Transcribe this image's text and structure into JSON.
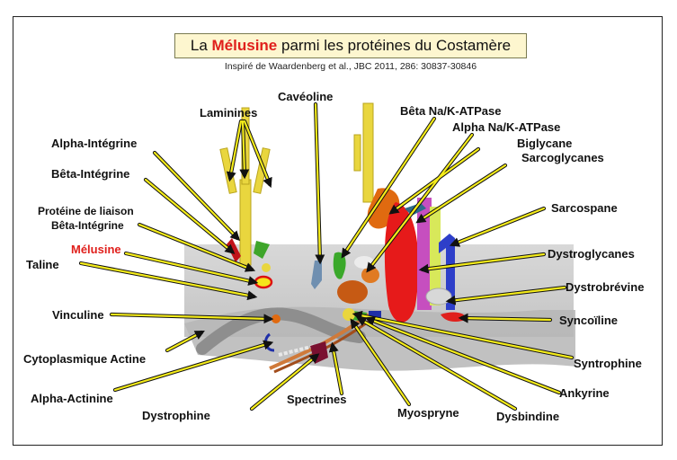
{
  "title": {
    "prefix": "La ",
    "highlight": "Mélusine",
    "suffix": " parmi les protéines du Costamère"
  },
  "subtitle": "Inspiré de  Waardenberg  et al., JBC 2011, 286: 30837-30846",
  "labels": {
    "laminines": "Laminines",
    "caveoline": "Cavéoline",
    "beta_na_k": "Bêta Na/K-ATPase",
    "alpha_na_k": "Alpha Na/K-ATPase",
    "biglycane": "Biglycane",
    "sarcoglycanes": "Sarcoglycanes",
    "alpha_integrine": "Alpha-Intégrine",
    "beta_integrine": "Bêta-Intégrine",
    "proteine_liaison_1": "Protéine de liaison",
    "proteine_liaison_2": "Bêta-Intégrine",
    "melusine": "Mélusine",
    "taline": "Taline",
    "sarcospane": "Sarcospane",
    "dystroglycanes": "Dystroglycanes",
    "dystrobrevine": "Dystrobrévine",
    "vinculine": "Vinculine",
    "syncoiline": "Syncoïline",
    "cytoplasmique_actine": "Cytoplasmique  Actine",
    "syntrophine": "Syntrophine",
    "ankyrine": "Ankyrine",
    "alpha_actinine": "Alpha-Actinine",
    "dystrophine": "Dystrophine",
    "spectrines": "Spectrines",
    "myospryne": "Myospryne",
    "dysbindine": "Dysbindine"
  },
  "colors": {
    "arrow": "#f5ec1a",
    "highlight": "#e0201c",
    "title_bg": "#fdf6cf"
  }
}
